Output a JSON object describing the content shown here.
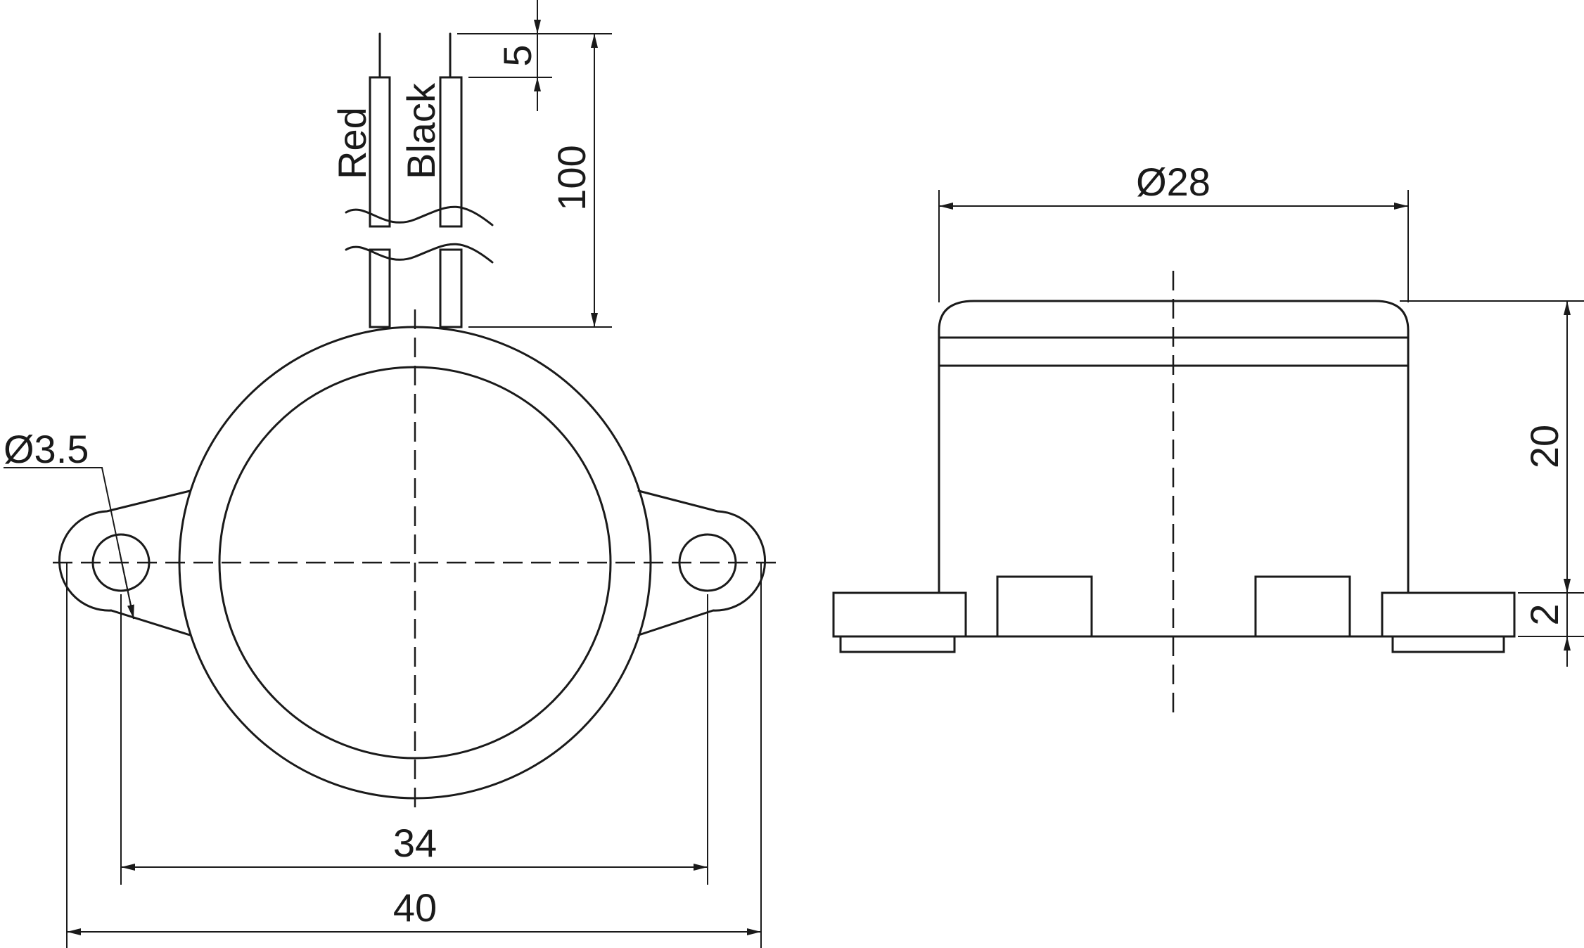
{
  "wires": {
    "red_label": "Red",
    "black_label": "Black"
  },
  "dimensions": {
    "wire_strip": "5",
    "wire_length": "100",
    "hole_diameter": "Ø3.5",
    "hole_spacing": "34",
    "overall_width": "40",
    "body_diameter": "Ø28",
    "body_height": "20",
    "flange_thickness": "2"
  }
}
